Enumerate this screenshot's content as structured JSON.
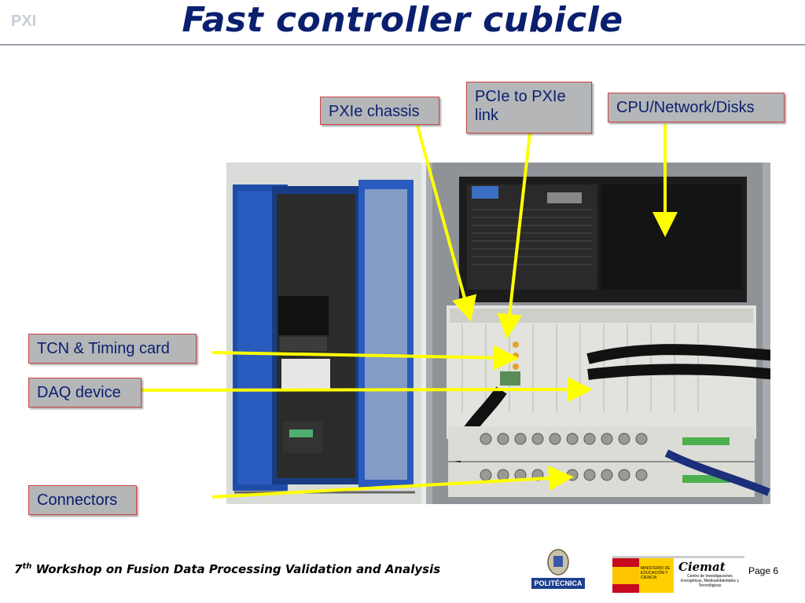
{
  "header": {
    "tag": "PXI",
    "title": "Fast controller cubicle"
  },
  "callouts": {
    "pxie_chassis": "PXIe chassis",
    "pcie_link": "PCIe to PXIe link",
    "cpu": "CPU/Network/Disks",
    "tcn": "TCN & Timing card",
    "daq": "DAQ device",
    "connectors": "Connectors"
  },
  "footer": {
    "ordinal_num": "7",
    "ordinal_suffix": "th",
    "workshop": " Workshop on Fusion Data Processing Validation and Analysis",
    "page": "Page 6",
    "logo_upm": "POLITÉCNICA",
    "logo_ministry": "MINISTERIO DE EDUCACIÓN Y CIENCIA",
    "logo_ciemat": "Ciemat",
    "logo_ciemat_sub": "Centro de Investigaciones Energéticas, Medioambientales y Tecnológicas"
  },
  "colors": {
    "title": "#0a1f6e",
    "callout_bg": "#b4b6b8",
    "arrow": "#ffff00",
    "cabinet_blue": "#2a5bbf"
  }
}
